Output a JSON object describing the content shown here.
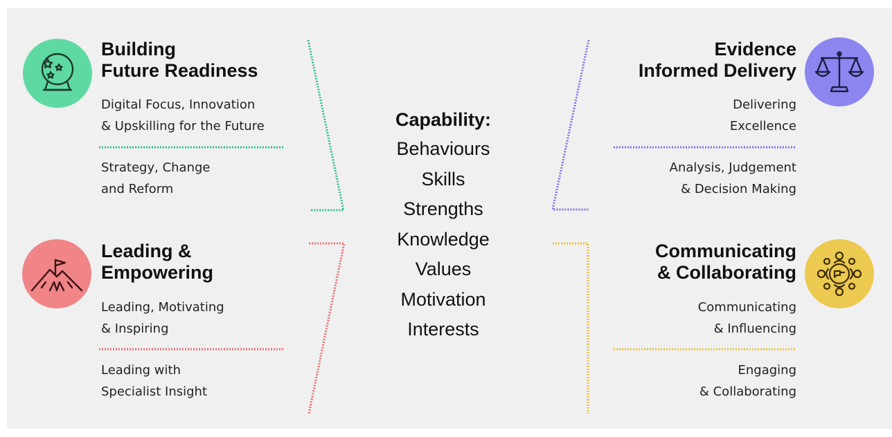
{
  "colors": {
    "background": "#f0f0f0",
    "green": "#5fd9a2",
    "green_line": "#2fbf84",
    "purple": "#8d85f0",
    "purple_line": "#7a73ea",
    "red": "#f08487",
    "red_line": "#ee6b6f",
    "yellow": "#ecc94f",
    "yellow_line": "#e6c03e"
  },
  "center": {
    "title": "Capability:",
    "items": [
      "Behaviours",
      "Skills",
      "Strengths",
      "Knowledge",
      "Values",
      "Motivation",
      "Interests"
    ]
  },
  "quadrants": {
    "building": {
      "icon": "crystal-ball-icon",
      "title_1": "Building",
      "title_2": "Future Readiness",
      "item_1_line_1": "Digital Focus, Innovation",
      "item_1_line_2": "& Upskilling for the Future",
      "item_2_line_1": "Strategy, Change",
      "item_2_line_2": "and Reform"
    },
    "evidence": {
      "icon": "scales-icon",
      "title_1": "Evidence",
      "title_2": "Informed Delivery",
      "item_1_line_1": "Delivering",
      "item_1_line_2": "Excellence",
      "item_2_line_1": "Analysis, Judgement",
      "item_2_line_2": "& Decision Making"
    },
    "leading": {
      "icon": "mountain-flag-icon",
      "title_1": "Leading &",
      "title_2": "Empowering",
      "item_1_line_1": "Leading, Motivating",
      "item_1_line_2": "& Inspiring",
      "item_2_line_1": "Leading with",
      "item_2_line_2": "Specialist Insight"
    },
    "communicating": {
      "icon": "collaboration-table-icon",
      "title_1": "Communicating",
      "title_2": "& Collaborating",
      "item_1_line_1": "Communicating",
      "item_1_line_2": "& Influencing",
      "item_2_line_1": "Engaging",
      "item_2_line_2": "& Collaborating"
    }
  }
}
